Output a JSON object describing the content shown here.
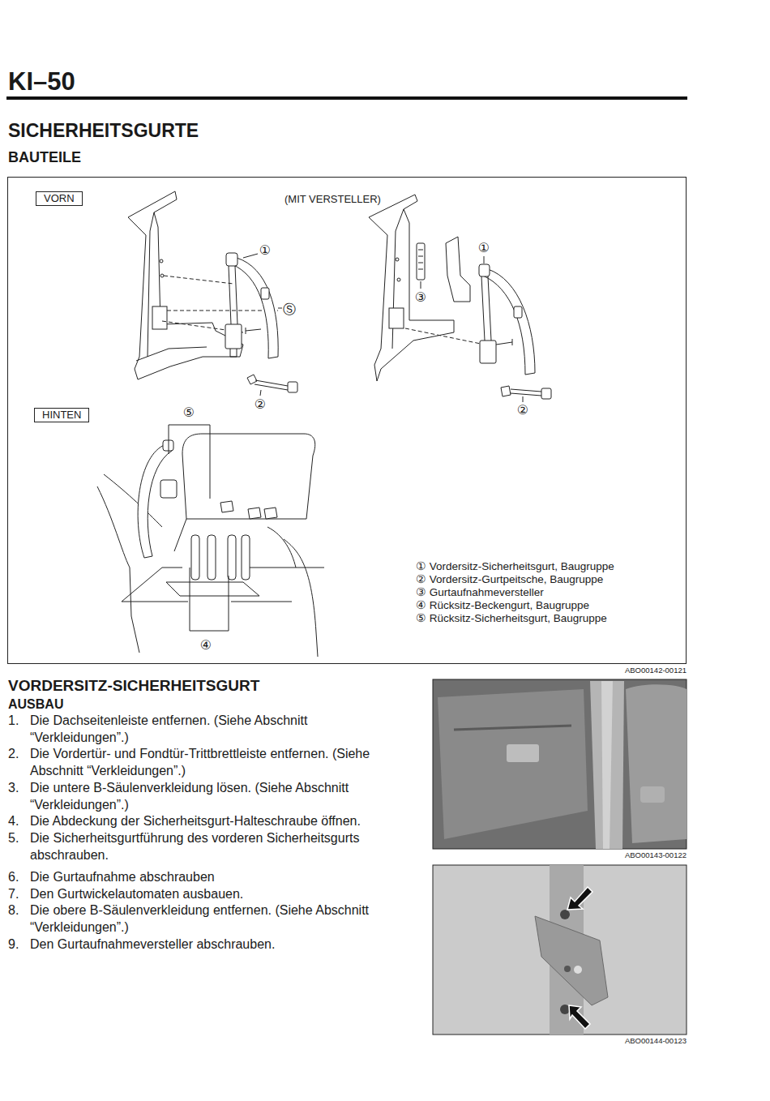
{
  "diagram": {
    "title": "SICHERHEITSGURTE",
    "nodes": [
      {
        "text": [
          "VORN"
        ]
      },
      {
        "text": [
          "HINTEN"
        ]
      }
    ],
    "labels": [
      "KI–50",
      "BAUTEILE",
      "(MIT VERSTELLER)",
      "①",
      "Ⓢ",
      "②",
      "③",
      "①",
      "②",
      "⑤",
      "④",
      "① Vordersitz-Sicherheitsgurt, Baugruppe",
      "② Vordersitz-Gurtpeitsche, Baugruppe",
      "③ Gurtaufnahmeversteller",
      "④ Rücksitz-Beckengurt, Baugruppe",
      "⑤ Rücksitz-Sicherheitsgurt, Baugruppe",
      "ABO00142-00121",
      "VORDERSITZ-SICHERHEITSGURT",
      "AUSBAU",
      "1.",
      "Die Dachseitenleiste entfernen. (Siehe Abschnitt “Verkleidungen”.)",
      "2.",
      "Die Vordertür- und Fondtür-Trittbrettleiste entfernen. (Siehe Abschnitt “Verkleidungen”.)",
      "3.",
      "Die untere B-Säulenverkleidung lösen. (Siehe Abschnitt “Verkleidungen”.)",
      "4.",
      "Die Abdeckung der Sicherheitsgurt-Halteschraube öffnen.",
      "5.",
      "Die Sicherheitsgurtführung des vorderen Sicherheitsgurts abschrauben.",
      "6.",
      "Die Gurtaufnahme abschrauben",
      "7.",
      "Den Gurtwickelautomaten ausbauen.",
      "8.",
      "Die obere B-Säulenverkleidung entfernen. (Siehe Abschnitt “Verkleidungen”.)",
      "9.",
      "Den Gurtaufnahmeversteller abschrauben.",
      "ABO00143-00122",
      "ABO00144-00123"
    ]
  }
}
